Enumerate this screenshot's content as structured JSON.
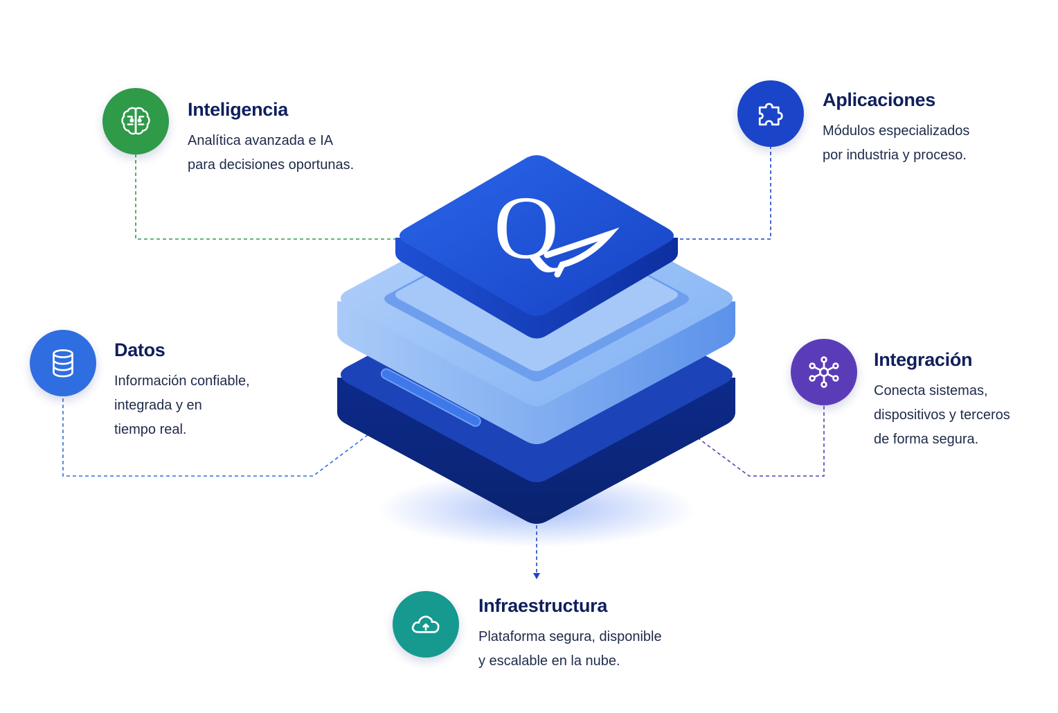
{
  "center": {
    "logo_letter": "Q",
    "colors": {
      "top": "#1f55d9",
      "middle": "#8fbaf5",
      "bottom": "#0d2f95"
    }
  },
  "nodes": [
    {
      "id": "inteligencia",
      "title": "Inteligencia",
      "lines": [
        "Analítica avanzada e IA",
        "para decisiones oportunas."
      ],
      "icon": "brain-icon",
      "color": "#2f9a48"
    },
    {
      "id": "aplicaciones",
      "title": "Aplicaciones",
      "lines": [
        "Módulos especializados",
        "por industria y proceso."
      ],
      "icon": "puzzle-icon",
      "color": "#1a45c8"
    },
    {
      "id": "datos",
      "title": "Datos",
      "lines": [
        "Información confiable,",
        "integrada y en",
        "tiempo real."
      ],
      "icon": "database-icon",
      "color": "#2f6ee0"
    },
    {
      "id": "integracion",
      "title": "Integración",
      "lines": [
        "Conecta sistemas,",
        "dispositivos y terceros",
        "de forma segura."
      ],
      "icon": "network-hub-icon",
      "color": "#5b3cb8"
    },
    {
      "id": "infraestructura",
      "title": "Infraestructura",
      "lines": [
        "Plataforma segura, disponible",
        "y escalable en la nube."
      ],
      "icon": "cloud-upload-icon",
      "color": "#16998f"
    }
  ]
}
